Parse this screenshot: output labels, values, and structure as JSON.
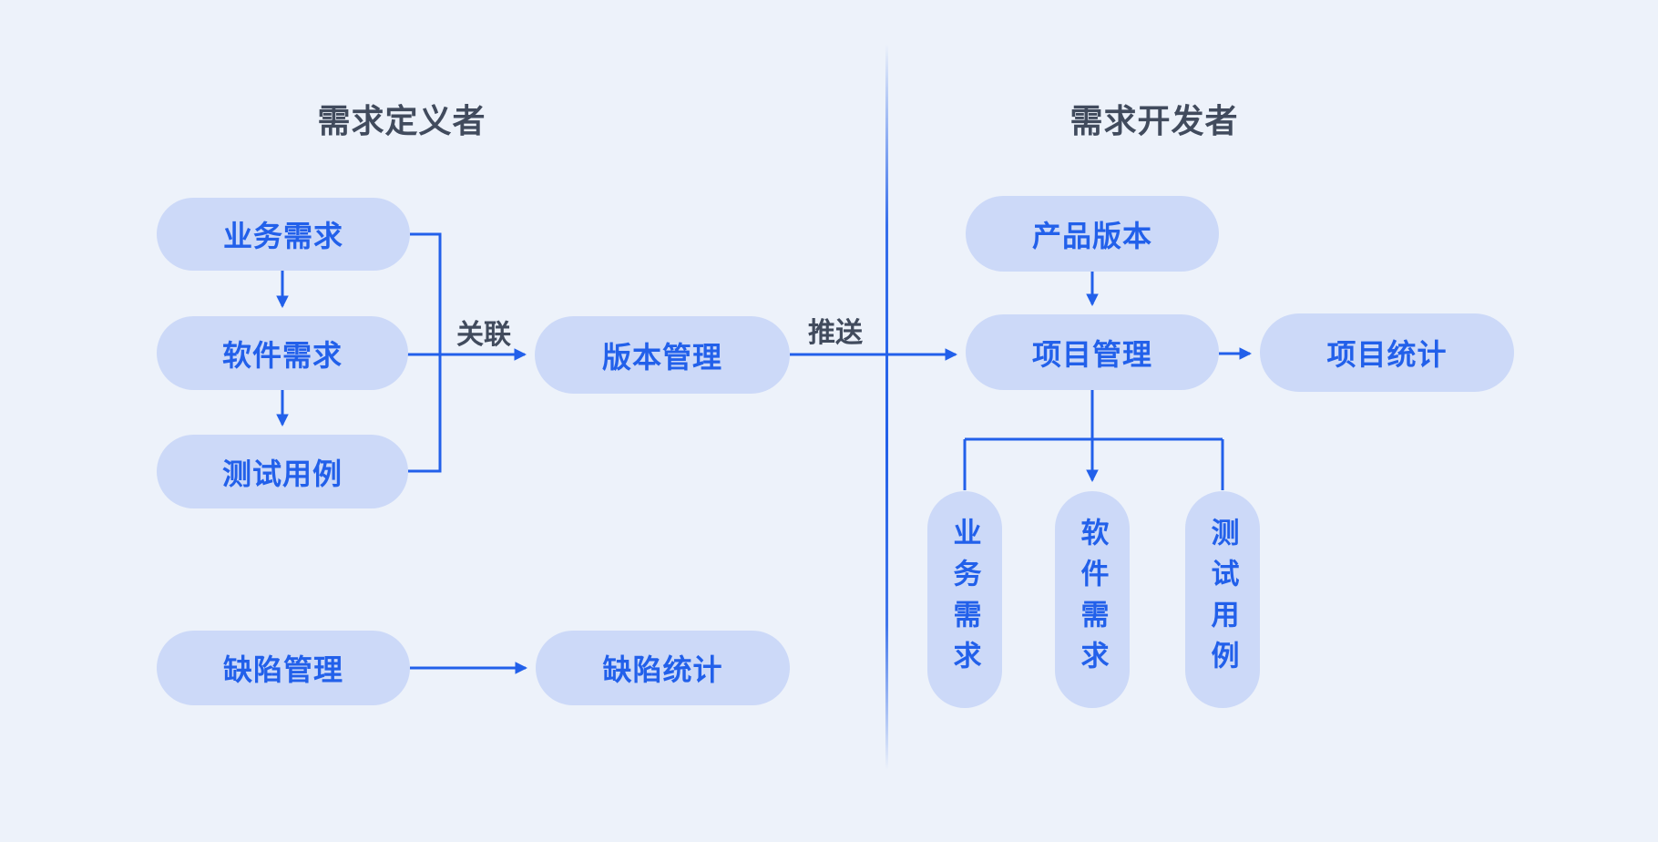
{
  "colors": {
    "background": "#edf2fa",
    "pill_fill": "#ccd9f8",
    "accent_blue": "#2260ea",
    "heading_text": "#414b5d"
  },
  "diagram": {
    "left_section": {
      "heading": "需求定义者",
      "nodes": {
        "business_requirements": "业务需求",
        "software_requirements": "软件需求",
        "test_cases": "测试用例",
        "version_management": "版本管理",
        "defect_management": "缺陷管理",
        "defect_statistics": "缺陷统计"
      },
      "edge_labels": {
        "associate": "关联",
        "push": "推送"
      }
    },
    "right_section": {
      "heading": "需求开发者",
      "nodes": {
        "product_version": "产品版本",
        "project_management": "项目管理",
        "project_statistics": "项目统计",
        "business_requirements": "业务需求",
        "software_requirements": "软件需求",
        "test_cases": "测试用例"
      }
    }
  }
}
